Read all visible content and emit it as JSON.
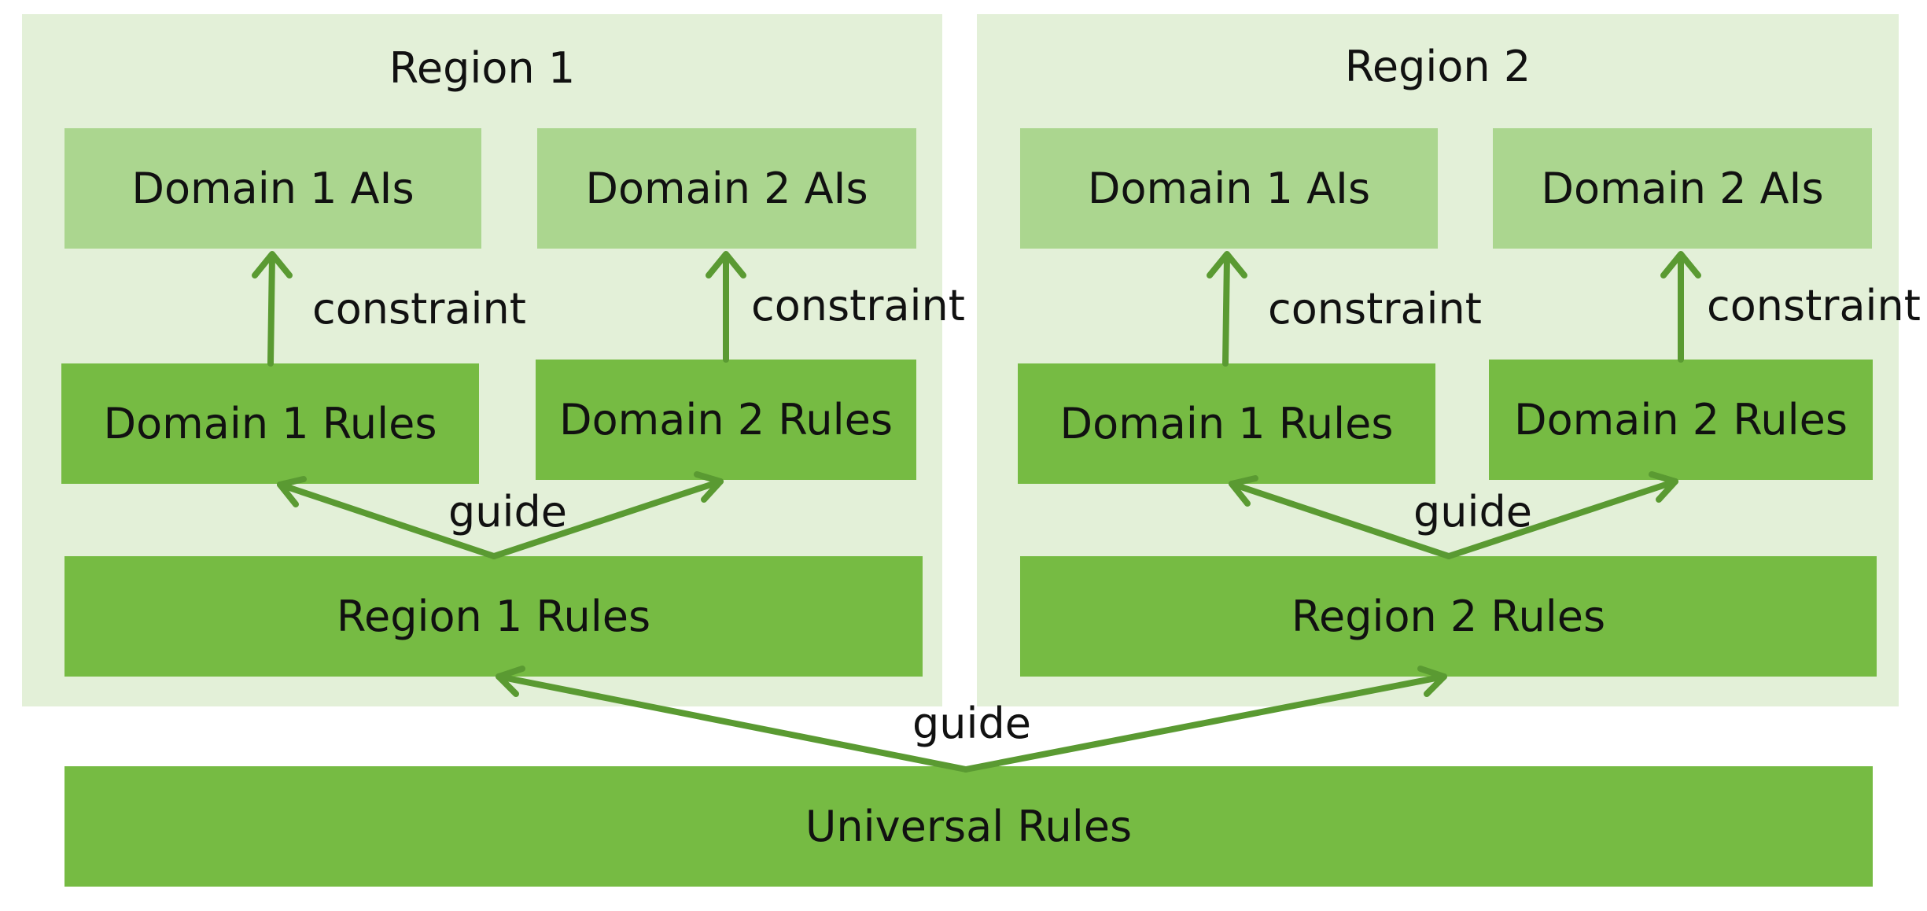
{
  "regions": [
    {
      "title": "Region 1",
      "domain_ais": [
        "Domain 1 AIs",
        "Domain 2 AIs"
      ],
      "domain_rules": [
        "Domain 1 Rules",
        "Domain 2 Rules"
      ],
      "constraint_labels": [
        "constraint",
        "constraint"
      ],
      "guide_label": "guide",
      "rules": "Region 1 Rules"
    },
    {
      "title": "Region 2",
      "domain_ais": [
        "Domain 1 AIs",
        "Domain 2 AIs"
      ],
      "domain_rules": [
        "Domain 1 Rules",
        "Domain 2 Rules"
      ],
      "constraint_labels": [
        "constraint",
        "constraint"
      ],
      "guide_label": "guide",
      "rules": "Region 2 Rules"
    }
  ],
  "universal": {
    "label": "Universal Rules",
    "guide_label": "guide"
  },
  "colors": {
    "region_background": "#e3f0d8",
    "ai_box": "#abd68f",
    "rule_box": "#76bb43",
    "arrow": "#5a9a32"
  }
}
